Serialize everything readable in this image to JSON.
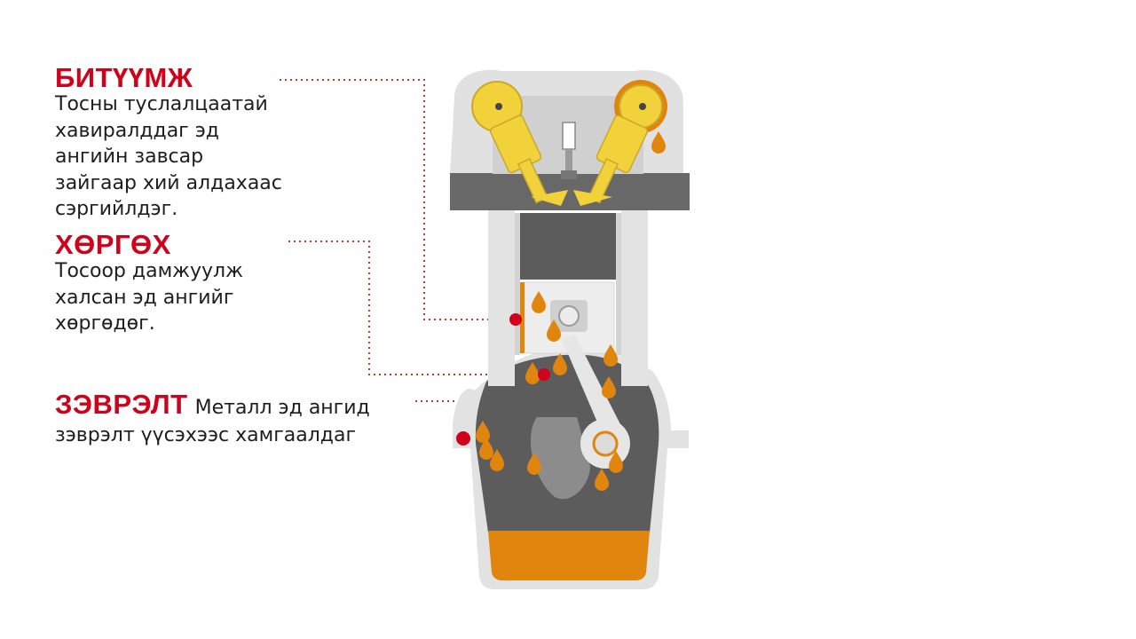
{
  "colors": {
    "accent_red": "#d0021b",
    "oil_orange": "#e0850d",
    "metal_dark": "#5c5c5c",
    "metal_light": "#e3e3e3",
    "valve_yellow": "#f2d23a"
  },
  "labels": {
    "sealing": {
      "title": "БИТҮҮМЖ",
      "text": "Тосны туслалцаатай\nхавиралддаг эд\nангийн завсар\nзайгаар хий алдахаас\nсэргийлдэг."
    },
    "cooling": {
      "title": "ХӨРГӨХ",
      "text": "Тосоор дамжуулж\nхалсан эд ангийг\nхөргөдөг."
    },
    "corrosion": {
      "title": "ЗЭВРЭЛТ",
      "text_line1": "Металл эд ангид",
      "text_line2": "зэврэлт үүсэхээс хамгаалдаг"
    }
  },
  "icons": {
    "callout_marker": "red-dot-icon",
    "oil_drop": "oil-drop-icon",
    "spark_plug": "spark-plug-icon"
  }
}
